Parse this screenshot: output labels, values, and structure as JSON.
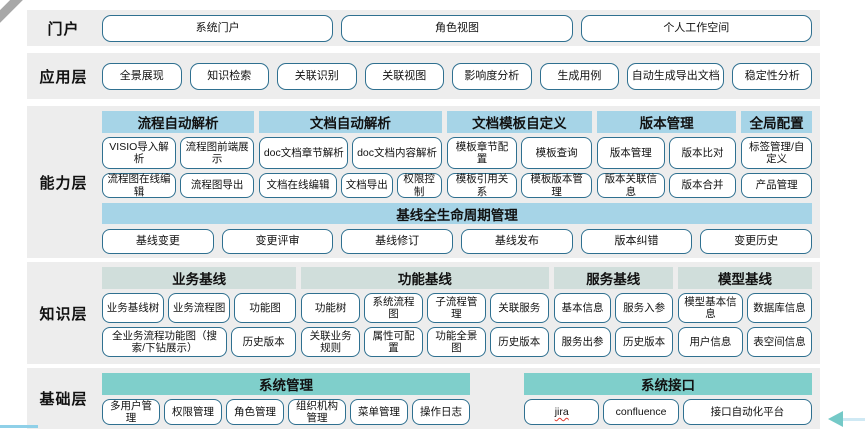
{
  "colors": {
    "band_background": "#ededed",
    "node_border": "#2f7090",
    "capability_header": "#a6d4e7",
    "knowledge_header": "#d0dedb",
    "base_header": "#7fcfcb",
    "jira_spellcheck_underline": "#e03c31",
    "corner_fold": "#a8a8a8",
    "bottom_left_line": "#8fd0e8",
    "arrow_teal": "#74c9c7"
  },
  "layers": {
    "portal": {
      "label": "门户",
      "items": [
        "系统门户",
        "角色视图",
        "个人工作空间"
      ]
    },
    "application": {
      "label": "应用层",
      "items": [
        "全景展现",
        "知识检索",
        "关联识别",
        "关联视图",
        "影响度分析",
        "生成用例",
        "自动生成导出文档",
        "稳定性分析"
      ]
    },
    "capability": {
      "label": "能力层",
      "groups": [
        {
          "title": "流程自动解析",
          "rows": [
            [
              "VISIO导入解析",
              "流程图前端展示"
            ],
            [
              "流程图在线编辑",
              "流程图导出"
            ]
          ]
        },
        {
          "title": "文档自动解析",
          "rows": [
            [
              "doc文档章节解析",
              "doc文档内容解析"
            ],
            [
              "文档在线编辑",
              "文档导出",
              "权限控制"
            ]
          ]
        },
        {
          "title": "文档模板自定义",
          "rows": [
            [
              "模板章节配置",
              "模板查询"
            ],
            [
              "模板引用关系",
              "模板版本管理"
            ]
          ]
        },
        {
          "title": "版本管理",
          "rows": [
            [
              "版本管理",
              "版本比对"
            ],
            [
              "版本关联信息",
              "版本合并"
            ]
          ]
        },
        {
          "title": "全局配置",
          "rows": [
            [
              "标签管理/自定义"
            ],
            [
              "产品管理"
            ]
          ]
        }
      ],
      "baseline": {
        "title": "基线全生命周期管理",
        "items": [
          "基线变更",
          "变更评审",
          "基线修订",
          "基线发布",
          "版本纠错",
          "变更历史"
        ]
      }
    },
    "knowledge": {
      "label": "知识层",
      "groups": [
        {
          "title": "业务基线",
          "rows": [
            [
              "业务基线树",
              "业务流程图",
              "功能图"
            ],
            [
              "全业务流程功能图（搜索/下钻展示）",
              "历史版本"
            ]
          ]
        },
        {
          "title": "功能基线",
          "rows": [
            [
              "功能树",
              "系统流程图",
              "子流程管理",
              "关联服务"
            ],
            [
              "关联业务规则",
              "属性可配置",
              "功能全景图",
              "历史版本"
            ]
          ]
        },
        {
          "title": "服务基线",
          "rows": [
            [
              "基本信息",
              "服务入参"
            ],
            [
              "服务出参",
              "历史版本"
            ]
          ]
        },
        {
          "title": "模型基线",
          "rows": [
            [
              "模型基本信息",
              "数据库信息"
            ],
            [
              "用户信息",
              "表空间信息"
            ]
          ]
        }
      ]
    },
    "base": {
      "label": "基础层",
      "groups": [
        {
          "title": "系统管理",
          "items": [
            "多用户管理",
            "权限管理",
            "角色管理",
            "组织机构管理",
            "菜单管理",
            "操作日志"
          ]
        },
        {
          "title": "系统接口",
          "items": [
            "jira",
            "confluence",
            "接口自动化平台"
          ]
        }
      ]
    }
  }
}
